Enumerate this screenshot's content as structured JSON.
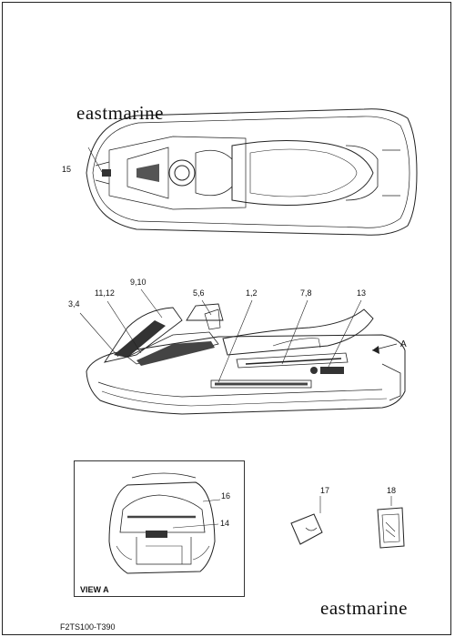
{
  "watermark": {
    "top": "eastmarine",
    "bottom": "eastmarine"
  },
  "callouts": {
    "c15": "15",
    "c34": "3,4",
    "c1112": "11,12",
    "c910": "9,10",
    "c56": "5,6",
    "c12": "1,2",
    "c78": "7,8",
    "c13": "13",
    "arrowA": "A",
    "c16": "16",
    "c14": "14",
    "c17": "17",
    "c18": "18"
  },
  "view_label": "VIEW A",
  "drawing_code": "F2TS100-T390"
}
